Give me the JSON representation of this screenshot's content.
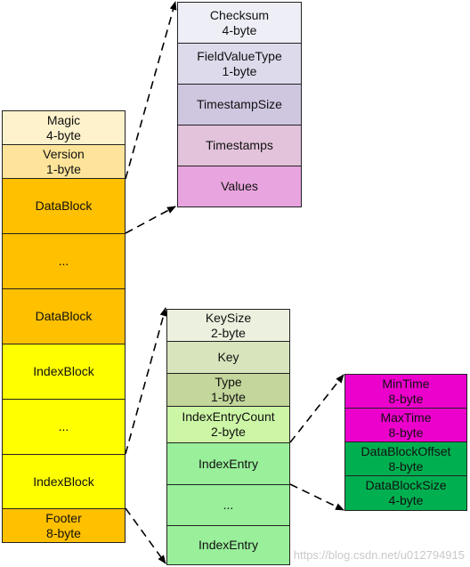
{
  "file_column": [
    {
      "line1": "Magic",
      "line2": "4-byte",
      "color": "#fef2cc"
    },
    {
      "line1": "Version",
      "line2": "1-byte",
      "color": "#fee49a"
    },
    {
      "line1": "DataBlock",
      "line2": "",
      "color": "#ffc000"
    },
    {
      "line1": "...",
      "line2": "",
      "color": "#ffc000"
    },
    {
      "line1": "DataBlock",
      "line2": "",
      "color": "#ffc000"
    },
    {
      "line1": "IndexBlock",
      "line2": "",
      "color": "#ffff00"
    },
    {
      "line1": "...",
      "line2": "",
      "color": "#ffff00"
    },
    {
      "line1": "IndexBlock",
      "line2": "",
      "color": "#ffff00"
    },
    {
      "line1": "Footer",
      "line2": "8-byte",
      "color": "#ffc000"
    }
  ],
  "datablock_column": [
    {
      "line1": "Checksum",
      "line2": "4-byte",
      "color": "#eeeef6"
    },
    {
      "line1": "FieldValueType",
      "line2": "1-byte",
      "color": "#dcdaeb"
    },
    {
      "line1": "TimestampSize",
      "line2": "",
      "color": "#cfc6e0"
    },
    {
      "line1": "Timestamps",
      "line2": "",
      "color": "#e2c3db"
    },
    {
      "line1": "Values",
      "line2": "",
      "color": "#e8a4de"
    }
  ],
  "indexblock_column": [
    {
      "line1": "KeySize",
      "line2": "2-byte",
      "color": "#ebf1de"
    },
    {
      "line1": "Key",
      "line2": "",
      "color": "#d7e4bc"
    },
    {
      "line1": "Type",
      "line2": "1-byte",
      "color": "#c3d69b"
    },
    {
      "line1": "IndexEntryCount",
      "line2": "2-byte",
      "color": "#ccf6a6"
    },
    {
      "line1": "IndexEntry",
      "line2": "",
      "color": "#99ef9a"
    },
    {
      "line1": "...",
      "line2": "",
      "color": "#99ef9a"
    },
    {
      "line1": "IndexEntry",
      "line2": "",
      "color": "#99ef9a"
    }
  ],
  "indexentry_column": [
    {
      "line1": "MinTime",
      "line2": "8-byte",
      "color": "#ec00cc"
    },
    {
      "line1": "MaxTime",
      "line2": "8-byte",
      "color": "#ec00cc"
    },
    {
      "line1": "DataBlockOffset",
      "line2": "8-byte",
      "color": "#00b050"
    },
    {
      "line1": "DataBlockSize",
      "line2": "4-byte",
      "color": "#00b050"
    }
  ],
  "watermark": "https://blog.csdn.net/u012794915"
}
